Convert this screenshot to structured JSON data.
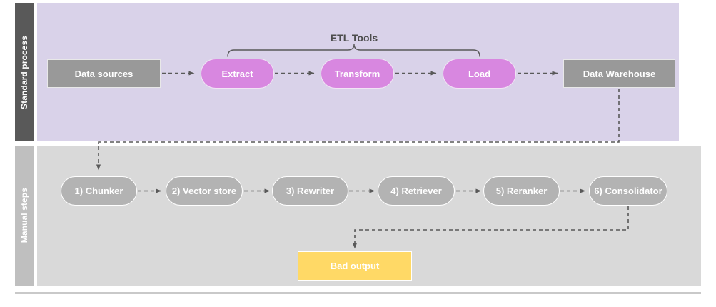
{
  "diagram": {
    "title_label": "ETL Tools",
    "lanes": [
      {
        "id": "standard",
        "label": "Standard process"
      },
      {
        "id": "manual",
        "label": "Manual steps"
      }
    ],
    "top_row": {
      "source_label": "Data sources",
      "steps": [
        {
          "label": "Extract"
        },
        {
          "label": "Transform"
        },
        {
          "label": "Load"
        }
      ],
      "sink_label": "Data Warehouse"
    },
    "bottom_row": {
      "steps": [
        {
          "label": "1) Chunker"
        },
        {
          "label": "2) Vector store"
        },
        {
          "label": "3) Rewriter"
        },
        {
          "label": "4) Retriever"
        },
        {
          "label": "5) Reranker"
        },
        {
          "label": "6) Consolidator"
        }
      ],
      "output_label": "Bad output"
    },
    "colors": {
      "lane_top_band": "#595959",
      "lane_top_body": "#d9d2e9",
      "lane_bottom_band": "#bfbfbf",
      "lane_bottom_body": "#d9d9d9",
      "etl_pill": "#d887e0",
      "gray_node": "#999999",
      "gray_pill": "#b3b3b3",
      "bad_output": "#ffd966",
      "connector": "#595959"
    }
  }
}
